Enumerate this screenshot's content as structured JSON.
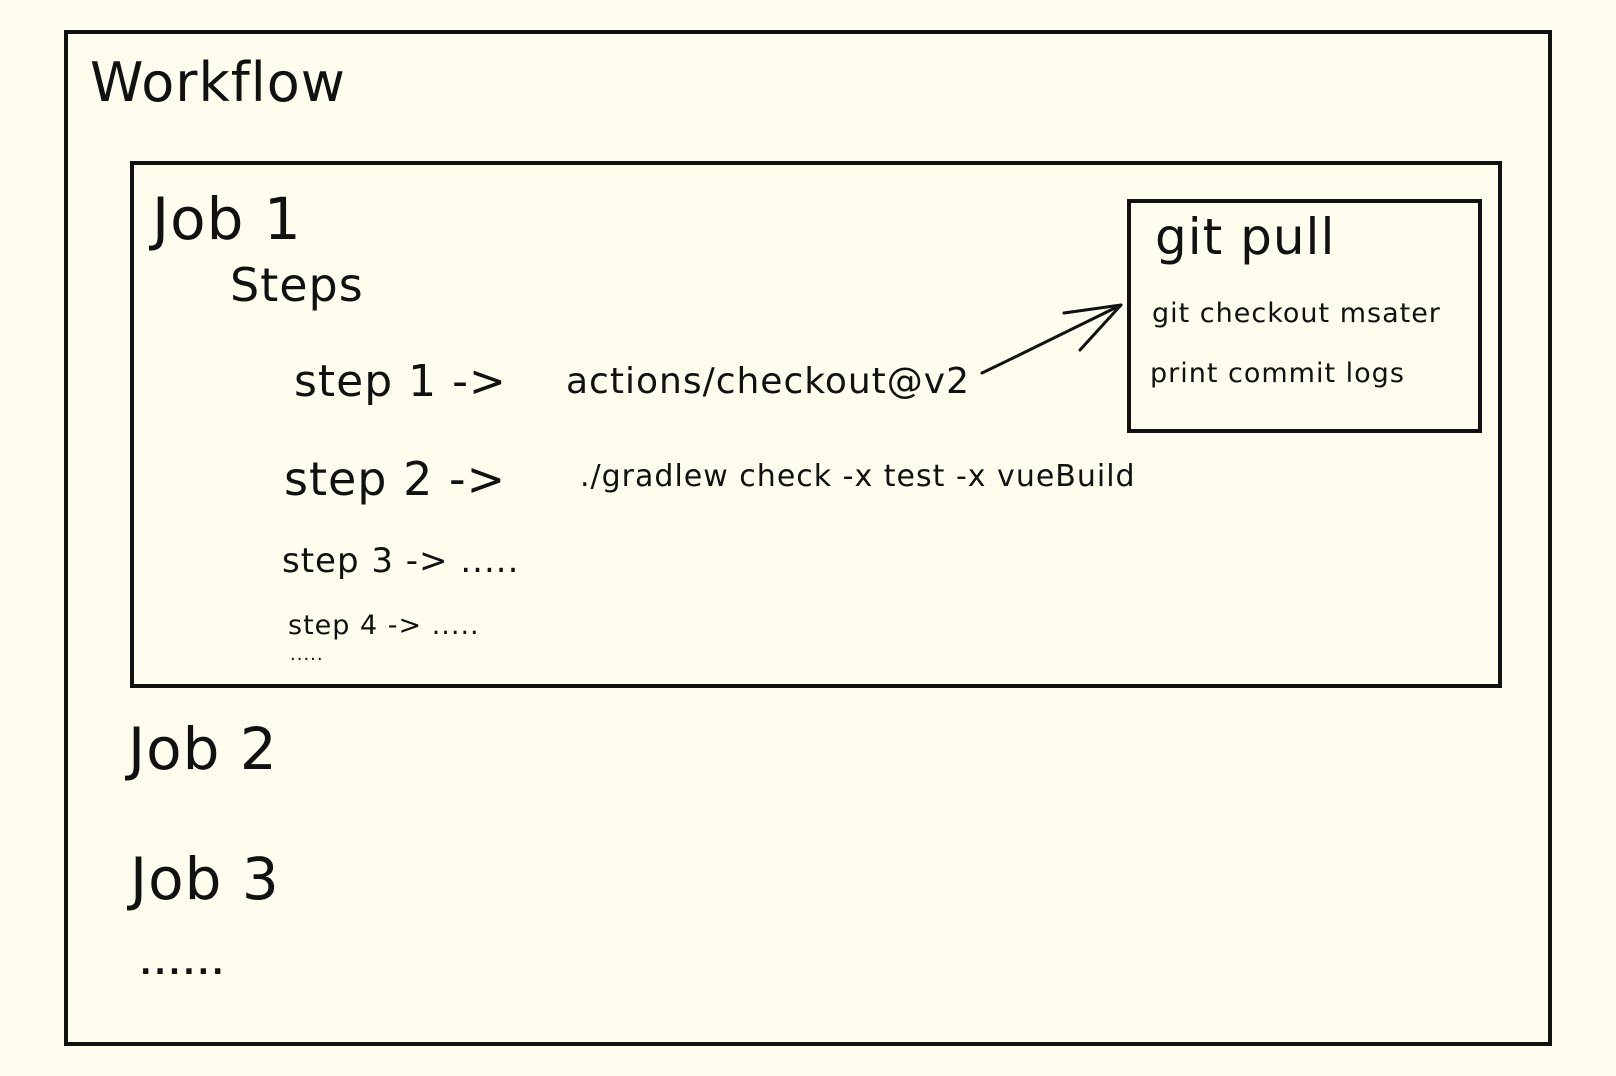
{
  "workflow": {
    "title": "Workflow"
  },
  "job1": {
    "title": "Job 1",
    "steps_label": "Steps",
    "steps": [
      {
        "label": "step 1 ->",
        "action": "actions/checkout@v2"
      },
      {
        "label": "step 2 ->",
        "action": "./gradlew check -x test -x vueBuild"
      },
      {
        "label": "step 3 ->",
        "action": "....."
      },
      {
        "label": "step 4 ->",
        "action": "....."
      }
    ],
    "more": "....."
  },
  "checkout_detail": {
    "title": "git pull",
    "commands": [
      "git checkout msater",
      "print commit logs"
    ]
  },
  "other_jobs": [
    "Job 2",
    "Job 3"
  ],
  "more_jobs": "......",
  "colors": {
    "background": "#fefdee",
    "ink": "#111111"
  }
}
